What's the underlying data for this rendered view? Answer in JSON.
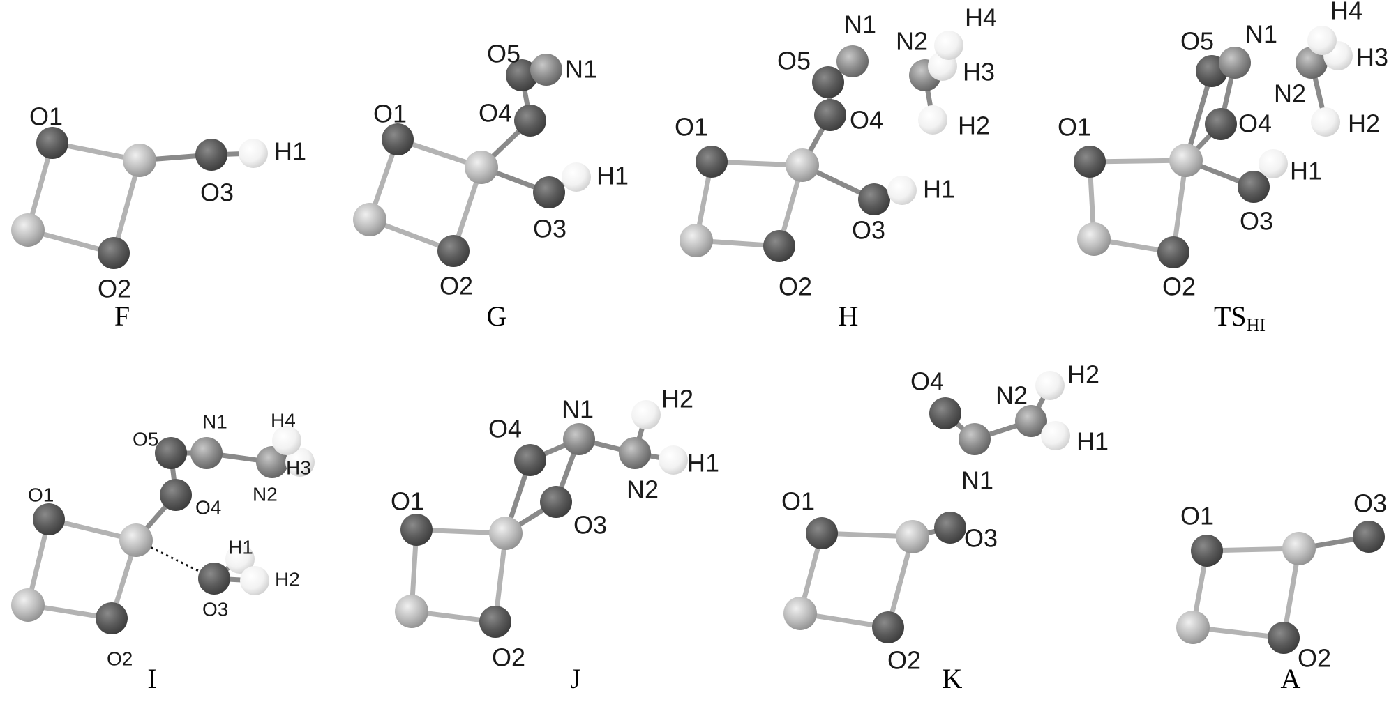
{
  "colors": {
    "metal_atom": "#bdbdbd",
    "oxygen_atom": "#5a5a5a",
    "nitrogen_atom": "#8c8c8c",
    "hydrogen_atom": "#f2f2f2",
    "background": "#ffffff"
  },
  "panels": [
    {
      "id": "F",
      "label": "F",
      "label_sub": "",
      "atoms": {
        "M1": "",
        "M2": "",
        "O1": "O1",
        "O2": "O2",
        "O3": "O3",
        "H1": "H1"
      }
    },
    {
      "id": "G",
      "label": "G",
      "label_sub": "",
      "atoms": {
        "M1": "",
        "M2": "",
        "O1": "O1",
        "O2": "O2",
        "O3": "O3",
        "O4": "O4",
        "O5": "O5",
        "N1": "N1",
        "H1": "H1"
      }
    },
    {
      "id": "H",
      "label": "H",
      "label_sub": "",
      "atoms": {
        "M1": "",
        "M2": "",
        "O1": "O1",
        "O2": "O2",
        "O3": "O3",
        "O4": "O4",
        "O5": "O5",
        "N1": "N1",
        "N2": "N2",
        "H1": "H1",
        "H2": "H2",
        "H3": "H3",
        "H4": "H4"
      }
    },
    {
      "id": "TS_HI",
      "label": "TS",
      "label_sub": "HI",
      "atoms": {
        "M1": "",
        "M2": "",
        "O1": "O1",
        "O2": "O2",
        "O3": "O3",
        "O4": "O4",
        "O5": "O5",
        "N1": "N1",
        "N2": "N2",
        "H1": "H1",
        "H2": "H2",
        "H3": "H3",
        "H4": "H4"
      }
    },
    {
      "id": "I",
      "label": "I",
      "label_sub": "",
      "atoms": {
        "M1": "",
        "M2": "",
        "O1": "O1",
        "O2": "O2",
        "O3": "O3",
        "O4": "O4",
        "O5": "O5",
        "N1": "N1",
        "N2": "N2",
        "H1": "H1",
        "H2": "H2",
        "H3": "H3",
        "H4": "H4"
      }
    },
    {
      "id": "J",
      "label": "J",
      "label_sub": "",
      "atoms": {
        "M1": "",
        "M2": "",
        "O1": "O1",
        "O2": "O2",
        "O3": "O3",
        "O4": "O4",
        "N1": "N1",
        "N2": "N2",
        "H1": "H1",
        "H2": "H2"
      }
    },
    {
      "id": "K",
      "label": "K",
      "label_sub": "",
      "atoms": {
        "M1": "",
        "M2": "",
        "O1": "O1",
        "O2": "O2",
        "O3": "O3",
        "O4": "O4",
        "N1": "N1",
        "N2": "N2",
        "H1": "H1",
        "H2": "H2"
      }
    },
    {
      "id": "A",
      "label": "A",
      "label_sub": "",
      "atoms": {
        "M1": "",
        "M2": "",
        "O1": "O1",
        "O2": "O2",
        "O3": "O3"
      }
    }
  ]
}
